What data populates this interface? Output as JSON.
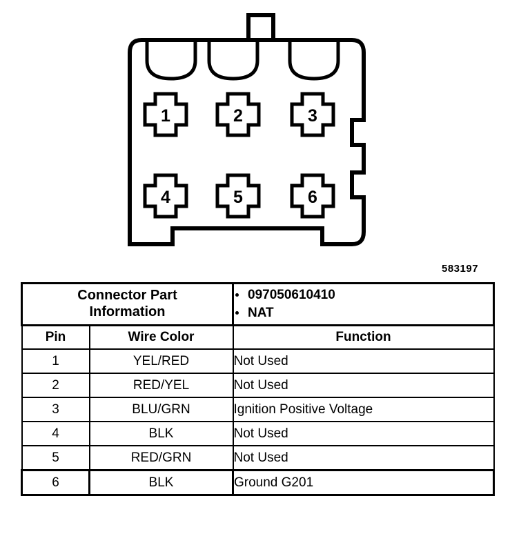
{
  "figure": {
    "id_label": "583197",
    "pin_labels": [
      "1",
      "2",
      "3",
      "4",
      "5",
      "6"
    ],
    "cavity_count": 3,
    "description": "6-way connector face view"
  },
  "table": {
    "part_info_label": "Connector Part\nInformation",
    "part_info_line1": "Connector Part",
    "part_info_line2": "Information",
    "part_numbers": [
      "097050610410",
      "NAT"
    ],
    "headers": {
      "pin": "Pin",
      "wire_color": "Wire Color",
      "function": "Function"
    },
    "rows": [
      {
        "pin": "1",
        "wire_color": "YEL/RED",
        "function": "Not Used"
      },
      {
        "pin": "2",
        "wire_color": "RED/YEL",
        "function": "Not Used"
      },
      {
        "pin": "3",
        "wire_color": "BLU/GRN",
        "function": "Ignition Positive Voltage"
      },
      {
        "pin": "4",
        "wire_color": "BLK",
        "function": "Not Used"
      },
      {
        "pin": "5",
        "wire_color": "RED/GRN",
        "function": "Not Used"
      },
      {
        "pin": "6",
        "wire_color": "BLK",
        "function": "Ground G201"
      }
    ]
  },
  "colors": {
    "ink": "#000000",
    "background": "#ffffff"
  }
}
